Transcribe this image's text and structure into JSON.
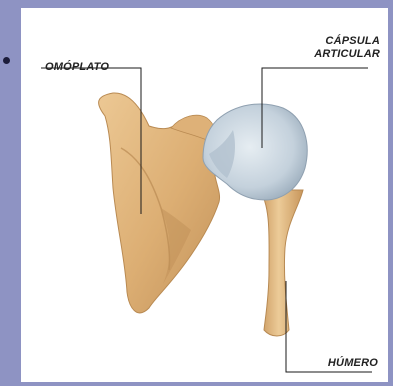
{
  "labels": {
    "scapula": "OMÓPLATO",
    "capsule_line1": "CÁPSULA",
    "capsule_line2": "ARTICULAR",
    "humerus": "HÚMERO"
  },
  "colors": {
    "background": "#8e93c3",
    "panel": "#ffffff",
    "bone": "#e2b77f",
    "bone_shadow": "#b98a52",
    "capsule": "#c9d5df",
    "leader_line": "#1a1a1a"
  }
}
